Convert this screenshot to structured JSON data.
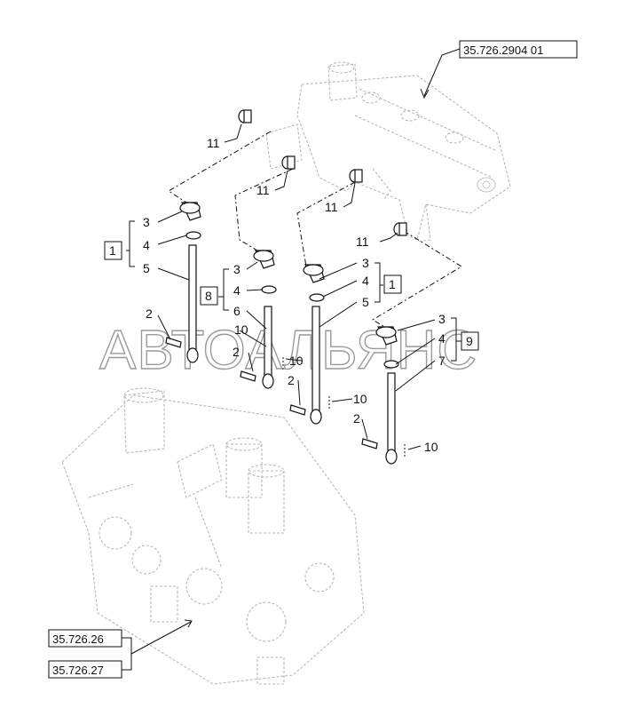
{
  "references": {
    "valve_block": "35.726.2904 01",
    "pump_a": "35.726.26",
    "pump_b": "35.726.27"
  },
  "kits": {
    "left": "1",
    "middle": "8",
    "right": "1",
    "far_right": "9"
  },
  "callouts": {
    "n2": "2",
    "n3": "3",
    "n4": "4",
    "n5": "5",
    "n6": "6",
    "n7": "7",
    "n10": "10",
    "n11": "11"
  },
  "watermark": "АВТОАЛЬЯНС"
}
